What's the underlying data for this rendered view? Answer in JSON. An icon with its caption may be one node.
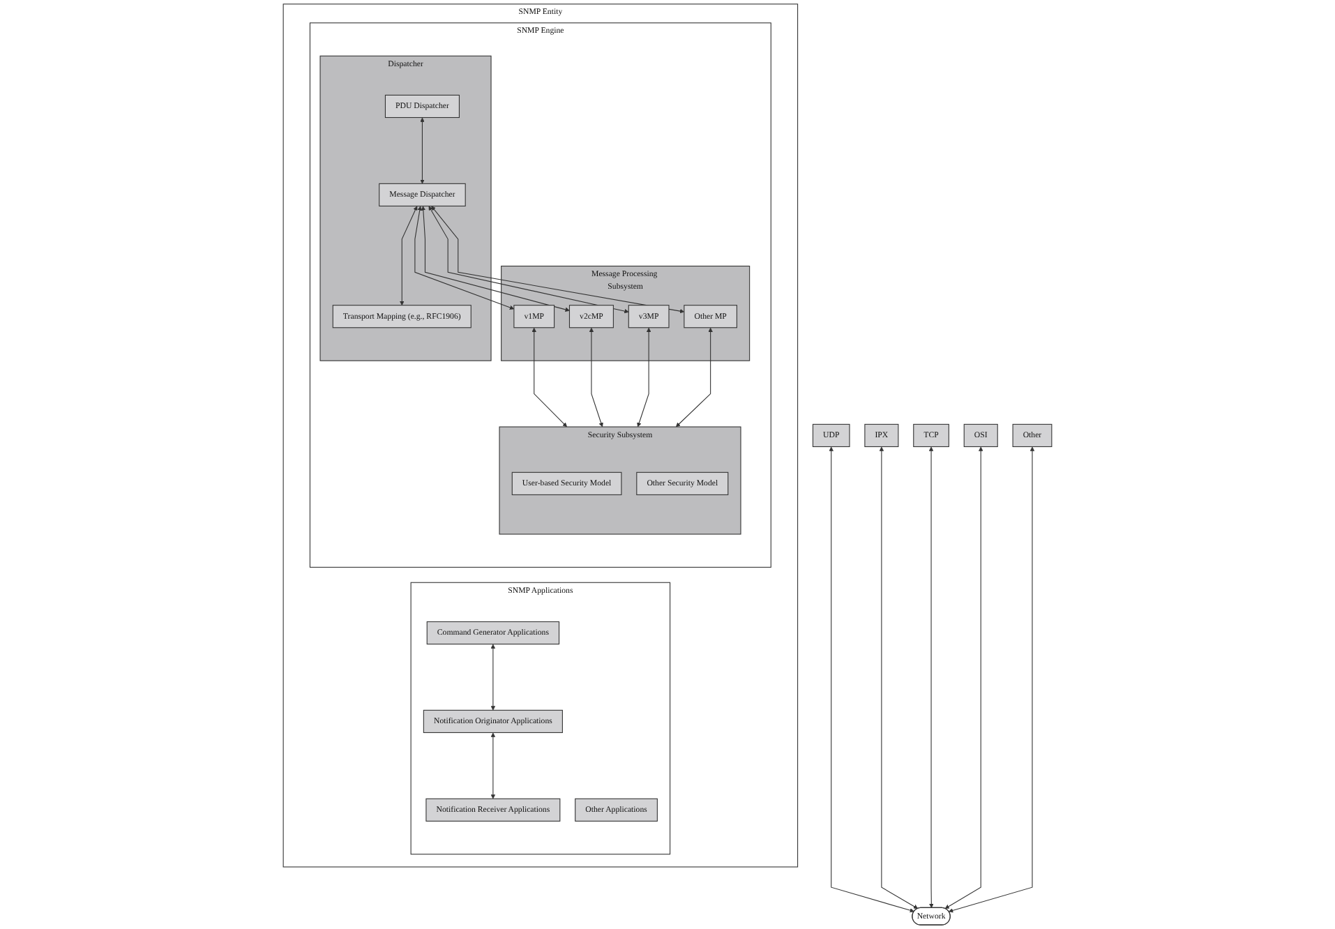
{
  "diagram": {
    "nodes": [
      {
        "text": [
          "SNMP Entity"
        ]
      },
      {
        "text": [
          "SNMP Applications"
        ],
        "in": 0
      },
      {
        "text": [
          "Command Generator Applications"
        ],
        "in": 1
      },
      {
        "text": [
          "Notification Originator Applications"
        ],
        "in": 1
      },
      {
        "text": [
          "Notification Receiver Applications"
        ],
        "in": 1
      },
      {
        "text": [
          "Other Applications"
        ],
        "in": 1
      },
      {
        "text": [
          "SNMP Engine"
        ],
        "in": 0
      },
      {
        "text": [
          "Dispatcher"
        ],
        "in": 6
      },
      {
        "text": [
          "PDU Dispatcher"
        ],
        "in": 7
      },
      {
        "text": [
          "Message Dispatcher"
        ],
        "in": 7
      },
      {
        "text": [
          "Transport Mapping (e.g., RFC1906)"
        ],
        "in": 7
      },
      {
        "text": [
          "Message Processing Subsystem"
        ],
        "in": 6
      },
      {
        "text": [
          "v1MP"
        ],
        "in": 11
      },
      {
        "text": [
          "v2cMP"
        ],
        "in": 11
      },
      {
        "text": [
          "v3MP"
        ],
        "in": 11
      },
      {
        "text": [
          "Other MP"
        ],
        "in": 11
      },
      {
        "text": [
          "Security Subsystem"
        ],
        "in": 6
      },
      {
        "text": [
          "User-based Security Model"
        ],
        "in": 16
      },
      {
        "text": [
          "Other Security Model"
        ],
        "in": 16
      },
      {
        "text": [
          "UDP"
        ]
      },
      {
        "text": [
          "IPX"
        ]
      },
      {
        "text": [
          "TCP"
        ]
      },
      {
        "text": [
          "OSI"
        ]
      },
      {
        "text": [
          "Other"
        ]
      },
      {
        "text": [
          "Network"
        ]
      }
    ],
    "edges": [
      {
        "from": 2,
        "to": 3,
        "arrow": "both"
      },
      {
        "from": 3,
        "to": 4,
        "arrow": "both"
      },
      {
        "from": 8,
        "to": 9,
        "arrow": "both"
      },
      {
        "from": 9,
        "to": 10,
        "arrow": "both"
      },
      {
        "from": 9,
        "to": 12,
        "arrow": "both"
      },
      {
        "from": 9,
        "to": 13,
        "arrow": "both"
      },
      {
        "from": 9,
        "to": 14,
        "arrow": "both"
      },
      {
        "from": 9,
        "to": 15,
        "arrow": "both"
      },
      {
        "from": 12,
        "to": 16,
        "arrow": "both"
      },
      {
        "from": 13,
        "to": 16,
        "arrow": "both"
      },
      {
        "from": 14,
        "to": 16,
        "arrow": "both"
      },
      {
        "from": 15,
        "to": 16,
        "arrow": "both"
      },
      {
        "from": 19,
        "to": 24,
        "arrow": "both"
      },
      {
        "from": 20,
        "to": 24,
        "arrow": "both"
      },
      {
        "from": 21,
        "to": 24,
        "arrow": "both"
      },
      {
        "from": 22,
        "to": 24,
        "arrow": "both"
      },
      {
        "from": 23,
        "to": 24,
        "arrow": "both"
      }
    ]
  }
}
